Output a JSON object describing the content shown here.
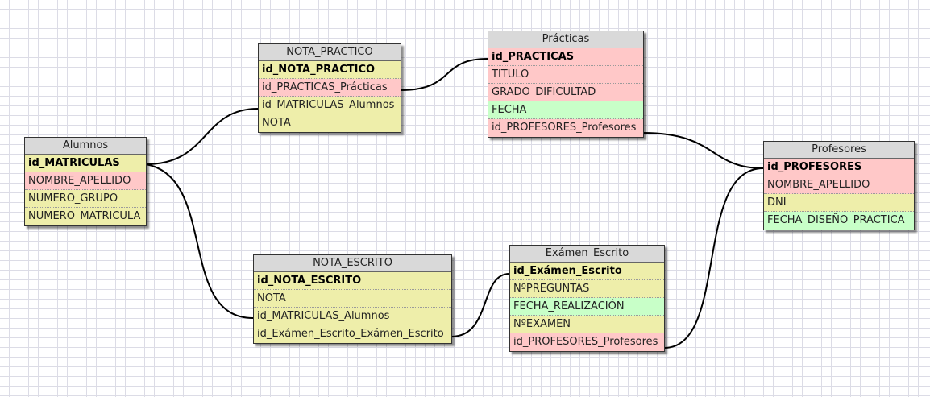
{
  "colors": {
    "key": "#eeeeaa",
    "foreign": "#ffc8c8",
    "date": "#c8ffc8",
    "header": "#d9d9d9",
    "line": "#000000"
  },
  "tables": {
    "alumnos": {
      "title": "Alumnos",
      "fields": [
        {
          "name": "id_MATRICULAS",
          "color": "yellow",
          "pk": true
        },
        {
          "name": "NOMBRE_APELLIDO",
          "color": "pink"
        },
        {
          "name": "NUMERO_GRUPO",
          "color": "yellow"
        },
        {
          "name": "NUMERO_MATRICULA",
          "color": "yellow"
        }
      ]
    },
    "nota_practico": {
      "title": "NOTA_PRACTICO",
      "fields": [
        {
          "name": "id_NOTA_PRACTICO",
          "color": "yellow",
          "pk": true
        },
        {
          "name": "id_PRACTICAS_Prácticas",
          "color": "pink"
        },
        {
          "name": "id_MATRICULAS_Alumnos",
          "color": "yellow"
        },
        {
          "name": "NOTA",
          "color": "yellow"
        }
      ]
    },
    "practicas": {
      "title": "Prácticas",
      "fields": [
        {
          "name": "id_PRACTICAS",
          "color": "pink",
          "pk": true
        },
        {
          "name": "TITULO",
          "color": "pink"
        },
        {
          "name": "GRADO_DIFICULTAD",
          "color": "pink"
        },
        {
          "name": "FECHA",
          "color": "green"
        },
        {
          "name": "id_PROFESORES_Profesores",
          "color": "pink"
        }
      ]
    },
    "profesores": {
      "title": "Profesores",
      "fields": [
        {
          "name": "id_PROFESORES",
          "color": "pink",
          "pk": true
        },
        {
          "name": "NOMBRE_APELLIDO",
          "color": "pink"
        },
        {
          "name": "DNI",
          "color": "yellow"
        },
        {
          "name": "FECHA_DISEÑO_PRACTICA",
          "color": "green"
        }
      ]
    },
    "nota_escrito": {
      "title": "NOTA_ESCRITO",
      "fields": [
        {
          "name": "id_NOTA_ESCRITO",
          "color": "yellow",
          "pk": true
        },
        {
          "name": "NOTA",
          "color": "yellow"
        },
        {
          "name": "id_MATRICULAS_Alumnos",
          "color": "yellow"
        },
        {
          "name": "id_Exámen_Escrito_Exámen_Escrito",
          "color": "yellow"
        }
      ]
    },
    "examen_escrito": {
      "title": "Exámen_Escrito",
      "fields": [
        {
          "name": "id_Exámen_Escrito",
          "color": "yellow",
          "pk": true
        },
        {
          "name": "NºPREGUNTAS",
          "color": "yellow"
        },
        {
          "name": "FECHA_REALIZACIÓN",
          "color": "green"
        },
        {
          "name": "NºEXAMEN",
          "color": "yellow"
        },
        {
          "name": "id_PROFESORES_Profesores",
          "color": "pink"
        }
      ]
    }
  }
}
